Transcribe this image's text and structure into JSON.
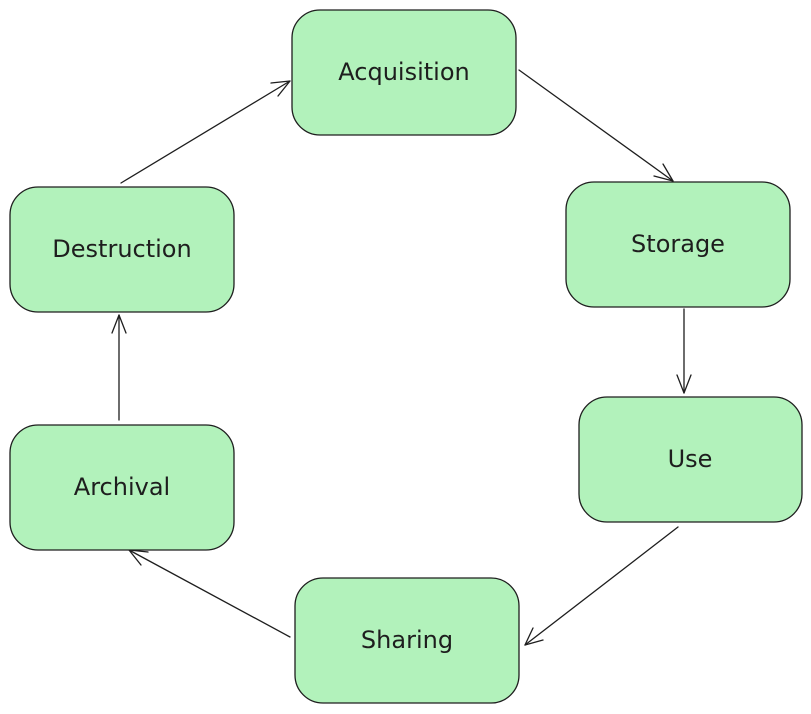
{
  "diagram": {
    "nodes": {
      "acquisition": "Acquisition",
      "storage": "Storage",
      "use": "Use",
      "sharing": "Sharing",
      "archival": "Archival",
      "destruction": "Destruction"
    },
    "colors": {
      "node_fill": "#b2f2bb",
      "stroke": "#1e1e1e"
    }
  }
}
